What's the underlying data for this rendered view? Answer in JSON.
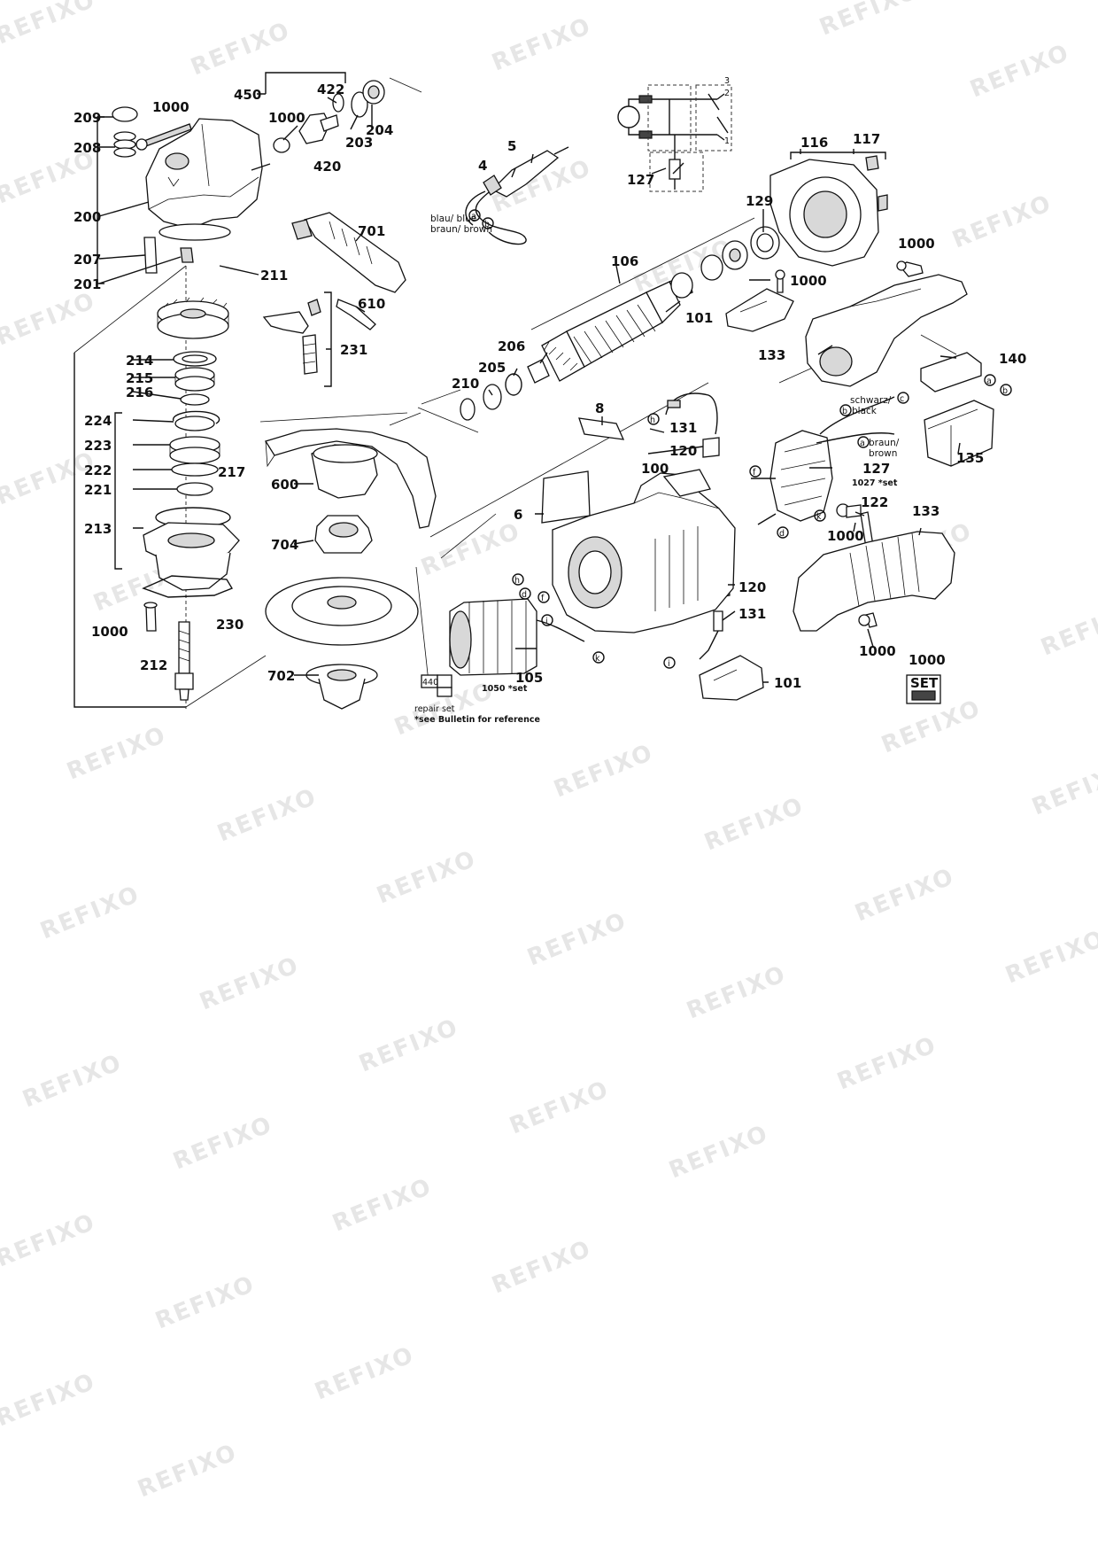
{
  "watermark": "REFIXO",
  "part_labels": {
    "p209": "209",
    "p1000_top": "1000",
    "p208": "208",
    "p200": "200",
    "p207": "207",
    "p201": "201",
    "p450": "450",
    "p422": "422",
    "p1000_b": "1000",
    "p203": "203",
    "p204": "204",
    "p420": "420",
    "p701": "701",
    "p211": "211",
    "p610": "610",
    "p231": "231",
    "p214": "214",
    "p215": "215",
    "p216": "216",
    "p224": "224",
    "p223": "223",
    "p222": "222",
    "p221": "221",
    "p217": "217",
    "p213": "213",
    "p1000_c": "1000",
    "p230": "230",
    "p212": "212",
    "p600": "600",
    "p704": "704",
    "p702": "702",
    "p4": "4",
    "p5": "5",
    "p127_a": "127",
    "p116": "116",
    "p117": "117",
    "p129": "129",
    "p106": "106",
    "p1000_d": "1000",
    "p101_a": "101",
    "p1000_e": "1000",
    "p133_a": "133",
    "p140": "140",
    "p206": "206",
    "p205": "205",
    "p210": "210",
    "p8": "8",
    "p131_a": "131",
    "p120_a": "120",
    "p100": "100",
    "p127_b": "127",
    "p135": "135",
    "p122": "122",
    "p1000_f": "1000",
    "p133_b": "133",
    "p6": "6",
    "p120_b": "120",
    "p131_b": "131",
    "p105": "105",
    "p1000_g": "1000",
    "p1000_h": "1000",
    "p101_b": "101"
  },
  "letters": {
    "a1": "a",
    "b1": "b",
    "h1": "h",
    "c1": "c",
    "a2": "a",
    "b2": "b",
    "b3": "b",
    "a3": "a",
    "f1": "f",
    "d1": "d",
    "k1": "k",
    "h2": "h",
    "d2": "d",
    "f2": "f",
    "i1": "i",
    "k2": "k",
    "i2": "i"
  },
  "wire_labels": {
    "blue": "blau/ blue",
    "brown": "braun/ brown",
    "black_1": "schwarz/",
    "black_2": "black",
    "brown_1": "braun/",
    "brown_2": "brown"
  },
  "notes": {
    "set_1027": "1027 *set",
    "set_1050": "1050 *set",
    "repair_set": "repair set",
    "bulletin": "*see Bulletin for reference",
    "box_440": "440",
    "set_badge": "SET"
  },
  "circuit_terminals": {
    "t1": "1",
    "t2": "2",
    "t3": "3"
  }
}
